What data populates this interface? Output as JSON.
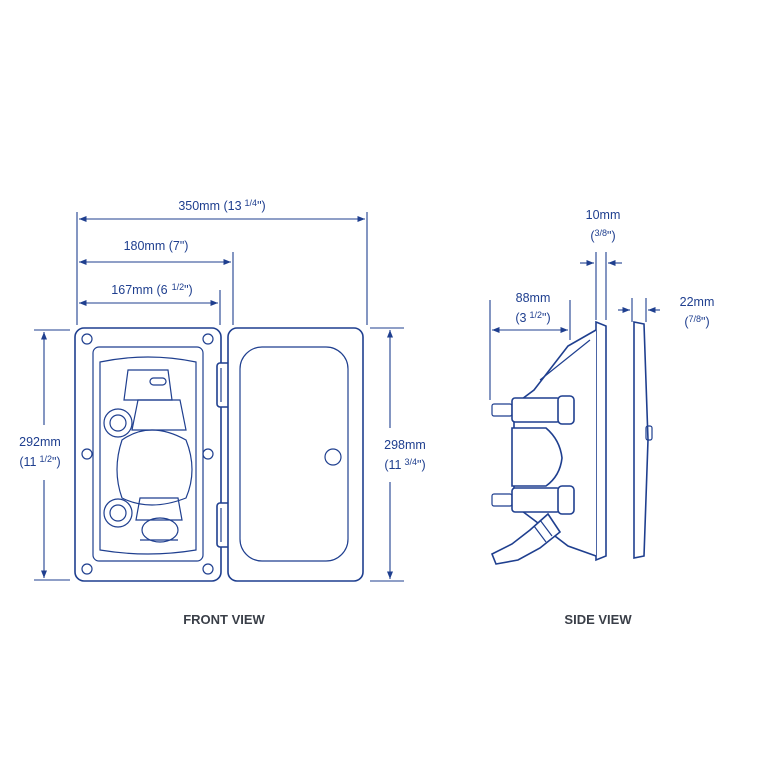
{
  "dimensions": {
    "overall_width": {
      "main": "350mm (13",
      "frac": "1/4",
      "close": "\")"
    },
    "width_180": {
      "main": "180mm (7\")"
    },
    "width_167": {
      "main": "167mm (6",
      "frac": "1/2",
      "close": "\")"
    },
    "height_292": {
      "line1": "292mm",
      "line2_main": "(11",
      "line2_frac": "1/2",
      "line2_close": "\")"
    },
    "height_298": {
      "line1": "298mm",
      "line2_main": "(11",
      "line2_frac": "3/4",
      "line2_close": "\")"
    },
    "depth_88": {
      "line1": "88mm",
      "line2_main": "(3",
      "line2_frac": "1/2",
      "line2_close": "\")"
    },
    "depth_10": {
      "line1": "10mm",
      "line2_open": "(",
      "line2_frac": "3/8",
      "line2_close": "\")"
    },
    "depth_22": {
      "line1": "22mm",
      "line2_open": "(",
      "line2_frac": "7/8",
      "line2_close": "\")"
    }
  },
  "captions": {
    "front": "FRONT VIEW",
    "side": "SIDE VIEW"
  },
  "colors": {
    "line": "#1f3f8f",
    "caption": "#3a3f48",
    "background": "#ffffff"
  }
}
